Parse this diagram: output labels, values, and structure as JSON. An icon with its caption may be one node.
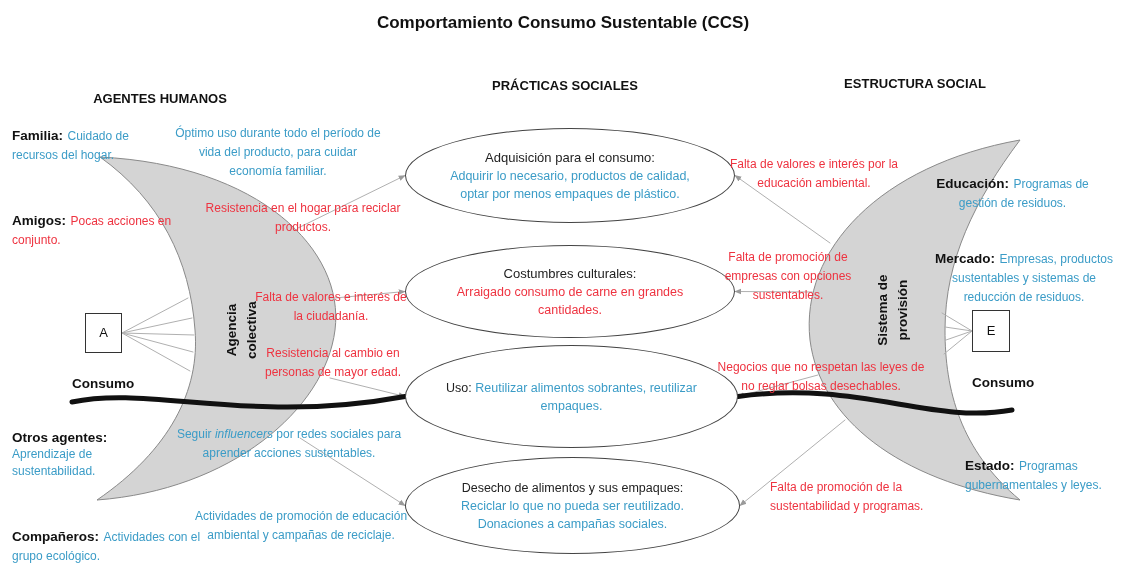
{
  "diagram": {
    "title": "Comportamiento Consumo Sustentable (CCS)",
    "nodes": [
      {
        "text": [
          "Agencia colectiva"
        ]
      },
      {
        "text": [
          "Sistema de provisión"
        ]
      },
      {
        "text": [
          "A"
        ]
      },
      {
        "text": [
          "E"
        ]
      },
      {
        "text": [
          "Adquisición para el consumo:",
          "Adquirir lo necesario, productos de calidad, optar por menos empaques de plástico."
        ]
      },
      {
        "text": [
          "Costumbres culturales:",
          "Arraigado consumo de carne en grandes cantidades."
        ]
      },
      {
        "text": [
          "Uso:",
          "Reutilizar alimentos sobrantes, reutilizar empaques."
        ]
      },
      {
        "text": [
          "Desecho de alimentos y sus empaques:",
          "Reciclar lo que no pueda ser reutilizado. Donaciones a campañas sociales."
        ]
      }
    ],
    "edges": [
      {
        "from": 2,
        "to": 0,
        "arrow": "none"
      },
      {
        "from": 2,
        "to": 0,
        "arrow": "none"
      },
      {
        "from": 2,
        "to": 0,
        "arrow": "none"
      },
      {
        "from": 2,
        "to": 0,
        "arrow": "none"
      },
      {
        "from": 2,
        "to": 0,
        "arrow": "none"
      },
      {
        "from": 0,
        "to": 4,
        "arrow": "to"
      },
      {
        "from": 0,
        "to": 5,
        "arrow": "to"
      },
      {
        "from": 0,
        "to": 6,
        "arrow": "to"
      },
      {
        "from": 0,
        "to": 7,
        "arrow": "to"
      },
      {
        "from": 1,
        "to": 4,
        "arrow": "to"
      },
      {
        "from": 1,
        "to": 5,
        "arrow": "to"
      },
      {
        "from": 1,
        "to": 6,
        "arrow": "to"
      },
      {
        "from": 1,
        "to": 7,
        "arrow": "to"
      },
      {
        "from": 3,
        "to": 1,
        "arrow": "none"
      },
      {
        "from": 3,
        "to": 1,
        "arrow": "none"
      },
      {
        "from": 3,
        "to": 1,
        "arrow": "none"
      },
      {
        "from": 3,
        "to": 1,
        "arrow": "none"
      },
      {
        "from": null,
        "to": 6,
        "arrow": "none",
        "style": "thick",
        "color": "#111111"
      },
      {
        "from": 6,
        "to": null,
        "arrow": "none",
        "style": "thick",
        "color": "#111111"
      }
    ],
    "labels": [
      "AGENTES HUMANOS",
      "PRÁCTICAS SOCIALES",
      "ESTRUCTURA SOCIAL",
      "Familia:",
      "Cuidado de recursos del hogar.",
      "Óptimo uso durante todo el período de vida del producto, para cuidar economía familiar.",
      "Resistencia en el hogar para reciclar productos.",
      "Amigos:",
      "Pocas acciones en conjunto.",
      "Falta de valores e interés de la ciudadanía.",
      "Resistencia al cambio en personas de mayor edad.",
      "Consumo",
      "Otros agentes:",
      "Aprendizaje de sustentabilidad.",
      "Seguir *influencers* por redes sociales para aprender acciones sustentables.",
      "Actividades de promoción de educación ambiental y campañas de reciclaje.",
      "Compañeros:",
      "Actividades con el grupo ecológico.",
      "Falta de valores e interés por la educación ambiental.",
      "Educación:",
      "Programas de gestión de residuos.",
      "Falta de promoción de empresas con opciones sustentables.",
      "Mercado:",
      "Empresas, productos sustentables y sistemas de reducción de residuos.",
      "Negocios que no respetan las leyes de no reglar bolsas desechables.",
      "Consumo",
      "Estado:",
      "Programas gubernamentales y leyes.",
      "Falta de promoción de la sustentabilidad y programas."
    ]
  }
}
